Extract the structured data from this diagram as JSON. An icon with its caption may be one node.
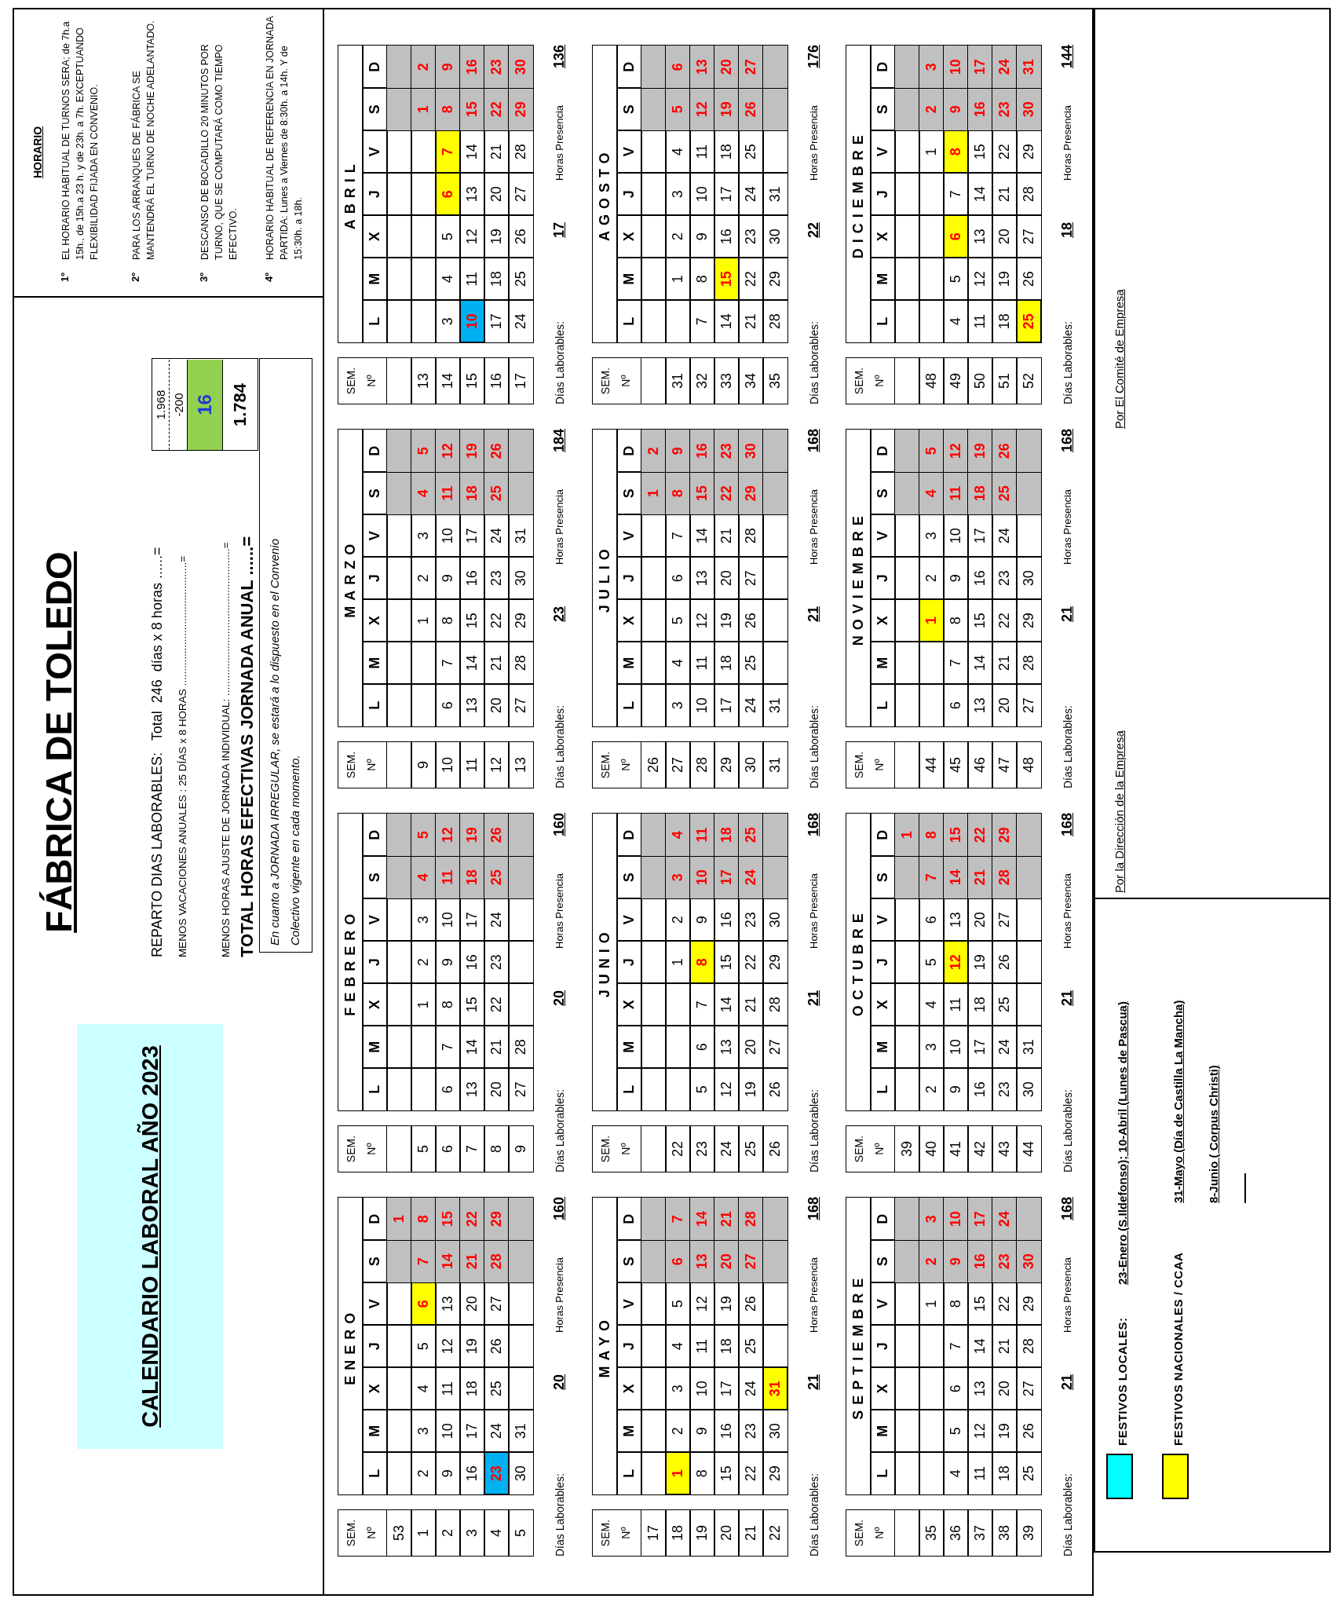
{
  "diagram": {
    "title": "FÁBRICA DE TOLEDO",
    "nodes": [
      {
        "text": [
          "CALENDARIO LABORAL AÑO 2023"
        ]
      },
      {
        "text": [
          "1.968",
          "-200",
          "16",
          "1.784"
        ]
      },
      {
        "text": [
          "En cuanto a JORNADA IRREGULAR, se estará a lo dispuesto en el Convenio Colectivo vigente en cada momento."
        ]
      },
      {
        "text": [
          "HORARIO",
          "1º",
          "EL HORARIO HABITUAL DE TURNOS SERA; de 7h.a 15h., de 15h.a 23 h. y de 23h. a 7h. EXCEPTUANDO FLEXIBILIDAD FIJADA EN CONVENIO.",
          "2º",
          "PARA LOS ARRANQUES DE FÁBRICA SE MANTENDRÁ EL TURNO DE NOCHE ADELANTADO.",
          "3º",
          "DESCANSO DE BOCADILLO 20 MINUTOS POR TURNO, QUE SE COMPUTARÁ COMO TIEMPO EFECTIVO.",
          "4º",
          "HORARIO HABITUAL DE REFERENCIA EN JORNADA PARTIDA: Lunes a Viernes de 8:30h. a 14h. Y de 15:30h. a 18h."
        ]
      },
      {
        "text": [
          "SEM.",
          "Nº",
          "53",
          "1",
          "2",
          "3",
          "4",
          "5"
        ]
      },
      {
        "text": [
          "ENERO",
          "L",
          "M",
          "X",
          "J",
          "V",
          "S",
          "D",
          "1",
          "2",
          "3",
          "4",
          "5",
          "6",
          "7",
          "8",
          "9",
          "10",
          "11",
          "12",
          "13",
          "14",
          "15",
          "16",
          "17",
          "18",
          "19",
          "20",
          "21",
          "22",
          "23",
          "24",
          "25",
          "26",
          "27",
          "28",
          "29",
          "30",
          "31"
        ]
      },
      {
        "text": [
          "SEM.",
          "Nº",
          "5",
          "6",
          "7",
          "8",
          "9"
        ]
      },
      {
        "text": [
          "FEBRERO",
          "L",
          "M",
          "X",
          "J",
          "V",
          "S",
          "D",
          "1",
          "2",
          "3",
          "4",
          "5",
          "6",
          "7",
          "8",
          "9",
          "10",
          "11",
          "12",
          "13",
          "14",
          "15",
          "16",
          "17",
          "18",
          "19",
          "20",
          "21",
          "22",
          "23",
          "24",
          "25",
          "26",
          "27",
          "28"
        ]
      },
      {
        "text": [
          "SEM.",
          "Nº",
          "9",
          "10",
          "11",
          "12",
          "13"
        ]
      },
      {
        "text": [
          "MARZO",
          "L",
          "M",
          "X",
          "J",
          "V",
          "S",
          "D",
          "1",
          "2",
          "3",
          "4",
          "5",
          "6",
          "7",
          "8",
          "9",
          "10",
          "11",
          "12",
          "13",
          "14",
          "15",
          "16",
          "17",
          "18",
          "19",
          "20",
          "21",
          "22",
          "23",
          "24",
          "25",
          "26",
          "27",
          "28",
          "29",
          "30",
          "31"
        ]
      },
      {
        "text": [
          "SEM.",
          "Nº",
          "13",
          "14",
          "15",
          "16",
          "17"
        ]
      },
      {
        "text": [
          "ABRIL",
          "L",
          "M",
          "X",
          "J",
          "V",
          "S",
          "D",
          "1",
          "2",
          "3",
          "4",
          "5",
          "6",
          "7",
          "8",
          "9",
          "10",
          "11",
          "12",
          "13",
          "14",
          "15",
          "16",
          "17",
          "18",
          "19",
          "20",
          "21",
          "22",
          "23",
          "24",
          "25",
          "26",
          "27",
          "28",
          "29",
          "30"
        ]
      },
      {
        "text": [
          "SEM.",
          "Nº",
          "17",
          "18",
          "19",
          "20",
          "21",
          "22"
        ]
      },
      {
        "text": [
          "MAYO",
          "L",
          "M",
          "X",
          "J",
          "V",
          "S",
          "D",
          "1",
          "2",
          "3",
          "4",
          "5",
          "6",
          "7",
          "8",
          "9",
          "10",
          "11",
          "12",
          "13",
          "14",
          "15",
          "16",
          "17",
          "18",
          "19",
          "20",
          "21",
          "22",
          "23",
          "24",
          "25",
          "26",
          "27",
          "28",
          "29",
          "30",
          "31"
        ]
      },
      {
        "text": [
          "SEM.",
          "Nº",
          "22",
          "23",
          "24",
          "25",
          "26"
        ]
      },
      {
        "text": [
          "JUNIO",
          "L",
          "M",
          "X",
          "J",
          "V",
          "S",
          "D",
          "1",
          "2",
          "3",
          "4",
          "5",
          "6",
          "7",
          "8",
          "9",
          "10",
          "11",
          "12",
          "13",
          "14",
          "15",
          "16",
          "17",
          "18",
          "19",
          "20",
          "21",
          "22",
          "23",
          "24",
          "25",
          "26",
          "27",
          "28",
          "29",
          "30"
        ]
      },
      {
        "text": [
          "SEM.",
          "Nº",
          "26",
          "27",
          "28",
          "29",
          "30",
          "31"
        ]
      },
      {
        "text": [
          "JULIO",
          "L",
          "M",
          "X",
          "J",
          "V",
          "S",
          "D",
          "1",
          "2",
          "3",
          "4",
          "5",
          "6",
          "7",
          "8",
          "9",
          "10",
          "11",
          "12",
          "13",
          "14",
          "15",
          "16",
          "17",
          "18",
          "19",
          "20",
          "21",
          "22",
          "23",
          "24",
          "25",
          "26",
          "27",
          "28",
          "29",
          "30",
          "31"
        ]
      },
      {
        "text": [
          "SEM.",
          "Nº",
          "31",
          "32",
          "33",
          "34",
          "35"
        ]
      },
      {
        "text": [
          "AGOSTO",
          "L",
          "M",
          "X",
          "J",
          "V",
          "S",
          "D",
          "1",
          "2",
          "3",
          "4",
          "5",
          "6",
          "7",
          "8",
          "9",
          "10",
          "11",
          "12",
          "13",
          "14",
          "15",
          "16",
          "17",
          "18",
          "19",
          "20",
          "21",
          "22",
          "23",
          "24",
          "25",
          "26",
          "27",
          "28",
          "29",
          "30",
          "31"
        ]
      },
      {
        "text": [
          "SEM.",
          "Nº",
          "35",
          "36",
          "37",
          "38",
          "39"
        ]
      },
      {
        "text": [
          "SEPTIEMBRE",
          "L",
          "M",
          "X",
          "J",
          "V",
          "S",
          "D",
          "1",
          "2",
          "3",
          "4",
          "5",
          "6",
          "7",
          "8",
          "9",
          "10",
          "11",
          "12",
          "13",
          "14",
          "15",
          "16",
          "17",
          "18",
          "19",
          "20",
          "21",
          "22",
          "23",
          "24",
          "25",
          "26",
          "27",
          "28",
          "29",
          "30"
        ]
      },
      {
        "text": [
          "SEM.",
          "Nº",
          "39",
          "40",
          "41",
          "42",
          "43",
          "44"
        ]
      },
      {
        "text": [
          "OCTUBRE",
          "L",
          "M",
          "X",
          "J",
          "V",
          "S",
          "D",
          "1",
          "2",
          "3",
          "4",
          "5",
          "6",
          "7",
          "8",
          "9",
          "10",
          "11",
          "12",
          "13",
          "14",
          "15",
          "16",
          "17",
          "18",
          "19",
          "20",
          "21",
          "22",
          "23",
          "24",
          "25",
          "26",
          "27",
          "28",
          "29",
          "30",
          "31"
        ]
      },
      {
        "text": [
          "SEM.",
          "Nº",
          "44",
          "45",
          "46",
          "47",
          "48"
        ]
      },
      {
        "text": [
          "NOVIEMBRE",
          "L",
          "M",
          "X",
          "J",
          "V",
          "S",
          "D",
          "1",
          "2",
          "3",
          "4",
          "5",
          "6",
          "7",
          "8",
          "9",
          "10",
          "11",
          "12",
          "13",
          "14",
          "15",
          "16",
          "17",
          "18",
          "19",
          "20",
          "21",
          "22",
          "23",
          "24",
          "25",
          "26",
          "27",
          "28",
          "29",
          "30"
        ]
      },
      {
        "text": [
          "SEM.",
          "Nº",
          "48",
          "49",
          "50",
          "51",
          "52"
        ]
      },
      {
        "text": [
          "DICIEMBRE",
          "L",
          "M",
          "X",
          "J",
          "V",
          "S",
          "D",
          "1",
          "2",
          "3",
          "4",
          "5",
          "6",
          "7",
          "8",
          "9",
          "10",
          "11",
          "12",
          "13",
          "14",
          "15",
          "16",
          "17",
          "18",
          "19",
          "20",
          "21",
          "22",
          "23",
          "24",
          "25",
          "26",
          "27",
          "28",
          "29",
          "30",
          "31"
        ]
      },
      {
        "text": [
          "Por la Dirección de la Empresa",
          "Por El Comité de Empresa"
        ]
      }
    ],
    "labels": [
      "REPARTO DIAS LABORABLES:   Total  246  días x 8 horas ......=",
      "MENOS VACACIONES ANUALES : 25 DÍAS x 8 HORAS ..........................................=",
      "MENOS HORAS AJUSTE DE JORNADA INDIVIDUAL: ..................................................=",
      "TOTAL HORAS EFECTIVAS JORNADA ANUAL ......=",
      "Días Laborables:",
      "20",
      "Horas Presencia",
      "160",
      "Días Laborables:",
      "20",
      "Horas Presencia",
      "160",
      "Días Laborables:",
      "23",
      "Horas Presencia",
      "184",
      "Días Laborables:",
      "17",
      "Horas Presencia",
      "136",
      "Días Laborables:",
      "21",
      "Horas Presencia",
      "168",
      "Días Laborables:",
      "21",
      "Horas Presencia",
      "168",
      "Días Laborables:",
      "21",
      "Horas Presencia",
      "168",
      "Días Laborables:",
      "22",
      "Horas Presencia",
      "176",
      "Días Laborables:",
      "21",
      "Horas Presencia",
      "168",
      "Días Laborables:",
      "21",
      "Horas Presencia",
      "168",
      "Días Laborables:",
      "21",
      "Horas Presencia",
      "168",
      "Días Laborables:",
      "18",
      "Horas Presencia",
      "144",
      "23-Enero (S.Ildefonso); 10-Abril (Lunes de Pascua)",
      "31-Mayo (Día de Castilla La Mancha)",
      "8-Junio ( Corpus Christi)"
    ],
    "legend": [
      {
        "text": "FESTIVOS LOCALES:",
        "color": "#00ffff"
      },
      {
        "text": "FESTIVOS NACIONALES / CCAA",
        "color": "#ffff00"
      }
    ]
  }
}
